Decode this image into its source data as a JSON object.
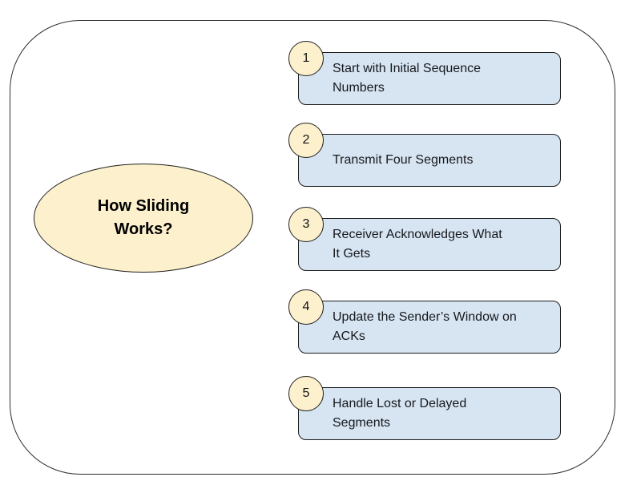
{
  "diagram": {
    "title": "How Sliding\nWorks?",
    "steps": [
      {
        "number": "1",
        "label": "Start with Initial Sequence\nNumbers"
      },
      {
        "number": "2",
        "label": "Transmit Four Segments"
      },
      {
        "number": "3",
        "label": "Receiver Acknowledges What\nIt Gets"
      },
      {
        "number": "4",
        "label": "Update the Sender’s Window on\nACKs"
      },
      {
        "number": "5",
        "label": "Handle Lost or Delayed\nSegments"
      }
    ],
    "colors": {
      "ellipse_fill": "#fcf0cd",
      "circle_fill": "#fcf0cd",
      "box_fill": "#d7e4f2",
      "shape_border": "#1f1f1f",
      "frame_border": "#2e2e2e",
      "text": "#16191d"
    }
  }
}
